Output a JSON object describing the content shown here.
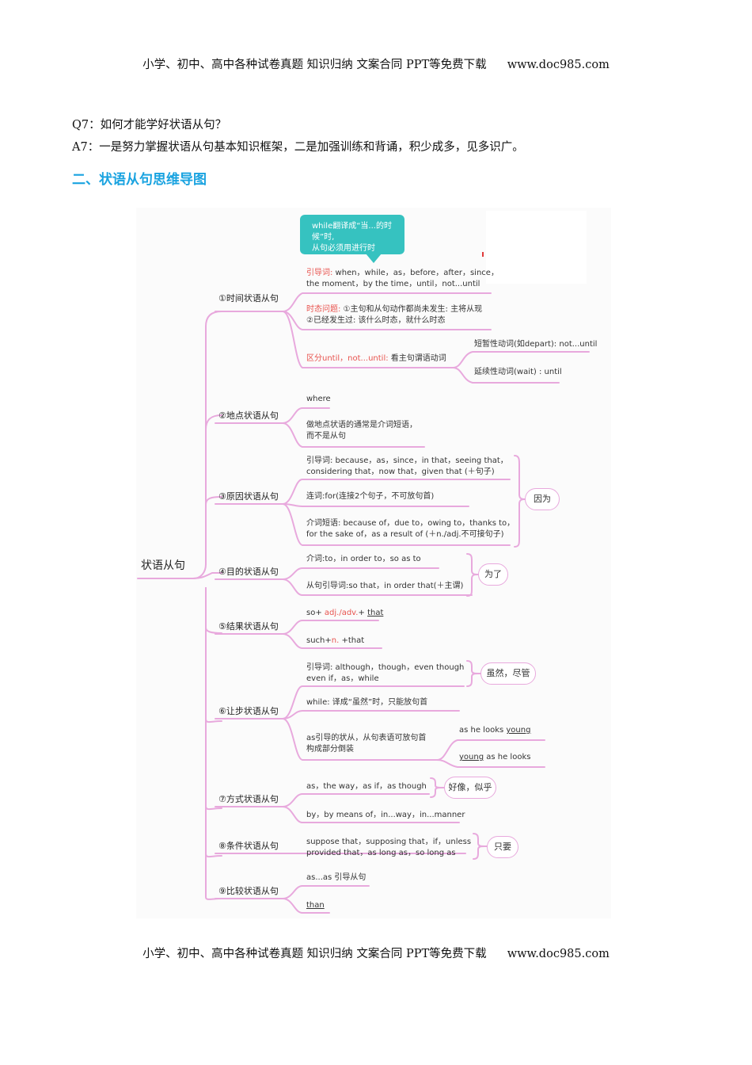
{
  "header": {
    "text": "小学、初中、高中各种试卷真题  知识归纳  文案合同  PPT等免费下载",
    "url": "www.doc985.com"
  },
  "footer": {
    "text": "小学、初中、高中各种试卷真题  知识归纳  文案合同  PPT等免费下载",
    "url": "www.doc985.com"
  },
  "qa": {
    "q": "Q7：如何才能学好状语从句？",
    "a": "A7：一是努力掌握状语从句基本知识框架，二是加强训练和背诵，积少成多，见多识广。"
  },
  "section_title": "二、状语从句思维导图",
  "mindmap": {
    "root": "状语从句",
    "callout": {
      "line1": "while翻译成“当...的时候”时,",
      "line2": "从句必须用进行时"
    },
    "branches": {
      "time": {
        "label": "①时间状语从句",
        "n1a_red": "引导词:",
        "n1a": " when，while，as，before，after，since，",
        "n1b": "the moment，by the time，until，not...until",
        "n2a_red": "时态问题:",
        "n2a": " ①主句和从句动作都尚未发生: 主将从现",
        "n2b": "②已经发生过: 该什么时态，就什么时态",
        "n3_red": "区分until，not...until:",
        "n3": " 看主句谓语动词",
        "n3c1": "短暂性动词(如depart): not...until",
        "n3c2": "延续性动词(wait) : until"
      },
      "place": {
        "label": "②地点状语从句",
        "n1": "where",
        "n2a": "做地点状语的通常是介词短语，",
        "n2b": "而不是从句"
      },
      "reason": {
        "label": "③原因状语从句",
        "n1a": "引导词: because，as，since，in that，seeing that，",
        "n1b": "considering that，now that，given that (＋句子)",
        "n2": "连词:for(连接2个句子，不可放句首)",
        "n3a": "介词短语: because of，due to，owing to，thanks to，",
        "n3b": "for the sake of，as a result of (＋n./adj.不可接句子)",
        "bubble": "因为"
      },
      "purpose": {
        "label": "④目的状语从句",
        "n1": "介词:to，in order to，so as to",
        "n2": "从句引导词:so that，in order that(＋主谓)",
        "bubble": "为了"
      },
      "result": {
        "label": "⑤结果状语从句",
        "n1a": "so+ ",
        "n1b": "adj./adv.",
        "n1c": "+ ",
        "n1d": "that",
        "n2a": "such+",
        "n2b": "n.",
        "n2c": " +that"
      },
      "concession": {
        "label": "⑥让步状语从句",
        "n1a": "引导词: although，though，even though",
        "n1b": "even if，as，while",
        "bubble": "虽然，尽管",
        "n2": "while: 译成“虽然”时，只能放句首",
        "n3a": "as引导的状从，从句表语可放句首",
        "n3b": "构成部分倒装",
        "n3c1a": "as he looks ",
        "n3c1b": "young",
        "n3c2a": "young",
        "n3c2b": " as he looks"
      },
      "manner": {
        "label": "⑦方式状语从句",
        "n1": "as，the way，as if，as though",
        "bubble": "好像，似乎",
        "n2": "by，by means of，in...way，in...manner"
      },
      "condition": {
        "label": "⑧条件状语从句",
        "n1a": "suppose that，supposing that，if，unless",
        "n1b": "provided that，as long as，so long as",
        "bubble": "只要"
      },
      "comparison": {
        "label": "⑨比较状语从句",
        "n1": "as...as 引导从句",
        "n2": "than"
      }
    }
  }
}
